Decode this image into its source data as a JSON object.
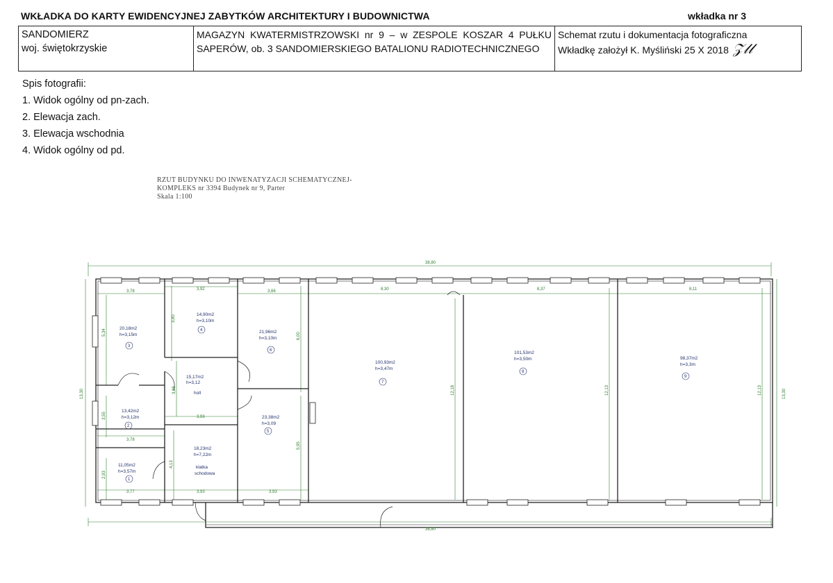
{
  "header": {
    "title": "WKŁADKA DO KARTY EWIDENCYJNEJ ZABYTKÓW ARCHITEKTURY I BUDOWNICTWA",
    "insert_number": "wkładka nr 3",
    "location_town": "SANDOMIERZ",
    "location_region": "woj. świętokrzyskie",
    "object_description": "MAGAZYN KWATERMISTRZOWSKI nr 9 – w ZESPOLE KOSZAR 4 PUŁKU SAPERÓW, ob. 3 SANDOMIERSKIEGO BATALIONU RADIOTECHNICZNEGO",
    "content_type": "Schemat rzutu i dokumentacja fotograficzna",
    "author_note": "Wkładkę założył K. Myśliński 25 X 2018"
  },
  "photo_list": {
    "heading": "Spis fotografii:",
    "items": [
      "1. Widok ogólny od pn-zach.",
      "2. Elewacja zach.",
      "3. Elewacja wschodnia",
      "4. Widok ogólny od pd."
    ]
  },
  "plan": {
    "caption_line1": "RZUT BUDYNKU DO INWENATYZACJI SCHEMATYCZNEJ-",
    "caption_line2": "KOMPLEKS nr 3394 Budynek nr 9, Parter",
    "caption_line3": "Skala 1:100",
    "overall_width": "38,80",
    "overall_depth": "13,30",
    "dims": {
      "top_3_78": "3,78",
      "top_3_92": "3,92",
      "top_3_66": "3,66",
      "top_8_30": "8,30",
      "top_8_37": "8,37",
      "top_8_11": "8,11",
      "mid_3_93": "3,93",
      "mid_3_78": "3,78",
      "bot_3_77": "3,77",
      "bot_3_93a": "3,93",
      "bot_3_93b": "3,93",
      "v_5_34": "5,34",
      "v_3_80": "3,80",
      "v_6_00": "6,00",
      "v_3_55": "3,55",
      "v_3_88": "3,88",
      "v_2_93": "2,93",
      "v_4_13": "4,13",
      "v_5_95": "5,95",
      "v_12_18": "12,18",
      "v_12_13a": "12,13",
      "v_12_13b": "12,13"
    },
    "rooms": [
      {
        "area": "11,05m2",
        "height": "h=3,57m",
        "num": "1"
      },
      {
        "area": "13,42m2",
        "height": "h=3,12m",
        "num": "2"
      },
      {
        "area": "20,18m2",
        "height": "h=3,15m",
        "num": "3"
      },
      {
        "area": "14,90m2",
        "height": "h=3,10m",
        "num": "4"
      },
      {
        "area": "23,38m2",
        "height": "h=3,09",
        "num": "5"
      },
      {
        "area": "21,96m2",
        "height": "h=3,10m",
        "num": "6"
      },
      {
        "area": "100,93m2",
        "height": "h=3,47m",
        "num": "7"
      },
      {
        "area": "101,53m2",
        "height": "h=3,50m",
        "num": "8"
      },
      {
        "area": "98,37m2",
        "height": "h=3,3m",
        "num": "9"
      },
      {
        "area": "15,17m2",
        "height": "h=3,12",
        "name": "holl"
      },
      {
        "area": "18,23m2",
        "height": "h=7,22m",
        "name": "klatka schodowa"
      }
    ],
    "colors": {
      "walls": "#222222",
      "dimensions": "#2f7d2f",
      "labels": "#22306b"
    }
  }
}
